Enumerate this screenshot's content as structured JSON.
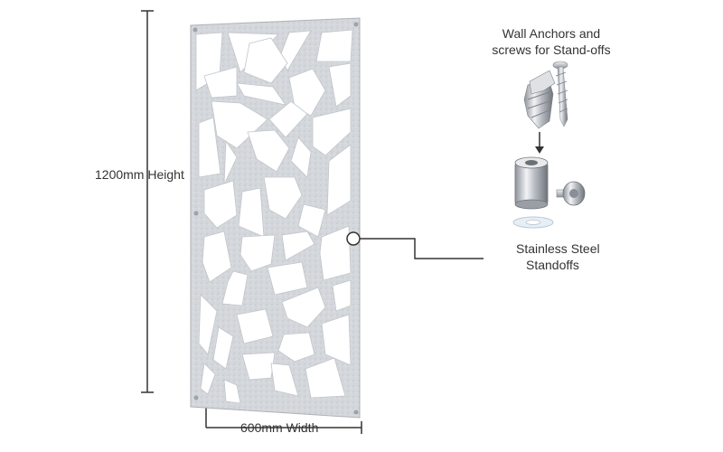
{
  "dimensions": {
    "height_label": "1200mm Height",
    "width_label": "600mm Width"
  },
  "hardware": {
    "anchors_label_line1": "Wall Anchors and",
    "anchors_label_line2": "screws for Stand-offs",
    "standoffs_label_line1": "Stainless Steel",
    "standoffs_label_line2": "Standoffs"
  },
  "colors": {
    "panel": "#d3d6da",
    "panel_edge": "#aeb2b7",
    "line": "#333333",
    "background": "#ffffff"
  }
}
